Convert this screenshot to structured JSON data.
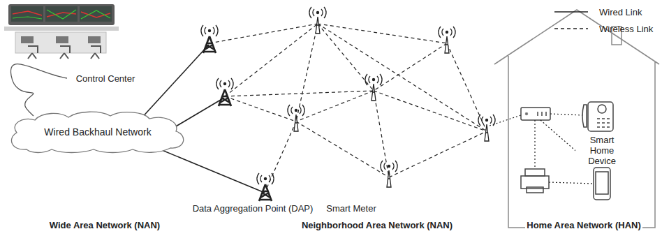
{
  "diagram": {
    "nodes": [
      {
        "text": [
          "Control Center"
        ]
      },
      {
        "text": [
          "Wired Backhaul Network"
        ]
      }
    ],
    "edges": [
      {
        "from": 0,
        "to": 1,
        "arrow": "none"
      }
    ],
    "labels": [
      "Data Aggregation Point (DAP)",
      "Smart Meter",
      "Smart Home Device",
      "Wide Area Network (NAN)",
      "Neighborhood Area Network (NAN)",
      "Home Area Network (HAN)"
    ],
    "legend": [
      {
        "text": "Wired Link"
      },
      {
        "text": "Wireless Link"
      }
    ]
  }
}
